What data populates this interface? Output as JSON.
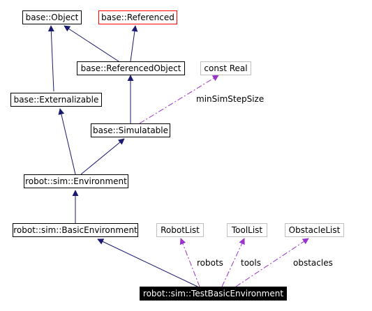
{
  "diagram": {
    "nodes": {
      "base_object": "base::Object",
      "base_referenced": "base::Referenced",
      "base_referenced_object": "base::ReferencedObject",
      "const_real": "const Real",
      "base_externalizable": "base::Externalizable",
      "base_simulatable": "base::Simulatable",
      "environment": "robot::sim::Environment",
      "basic_environment": "robot::sim::BasicEnvironment",
      "robot_list": "RobotList",
      "tool_list": "ToolList",
      "obstacle_list": "ObstacleList",
      "test_basic_environment": "robot::sim::TestBasicEnvironment"
    },
    "edge_labels": {
      "min_sim_step_size": "minSimStepSize",
      "robots": "robots",
      "tools": "tools",
      "obstacles": "obstacles"
    },
    "colors": {
      "inheritance_edge": "#191970",
      "usage_edge": "#9a32cd",
      "template_border": "#ff0000",
      "undocumented_border": "#bfbfbf"
    }
  }
}
